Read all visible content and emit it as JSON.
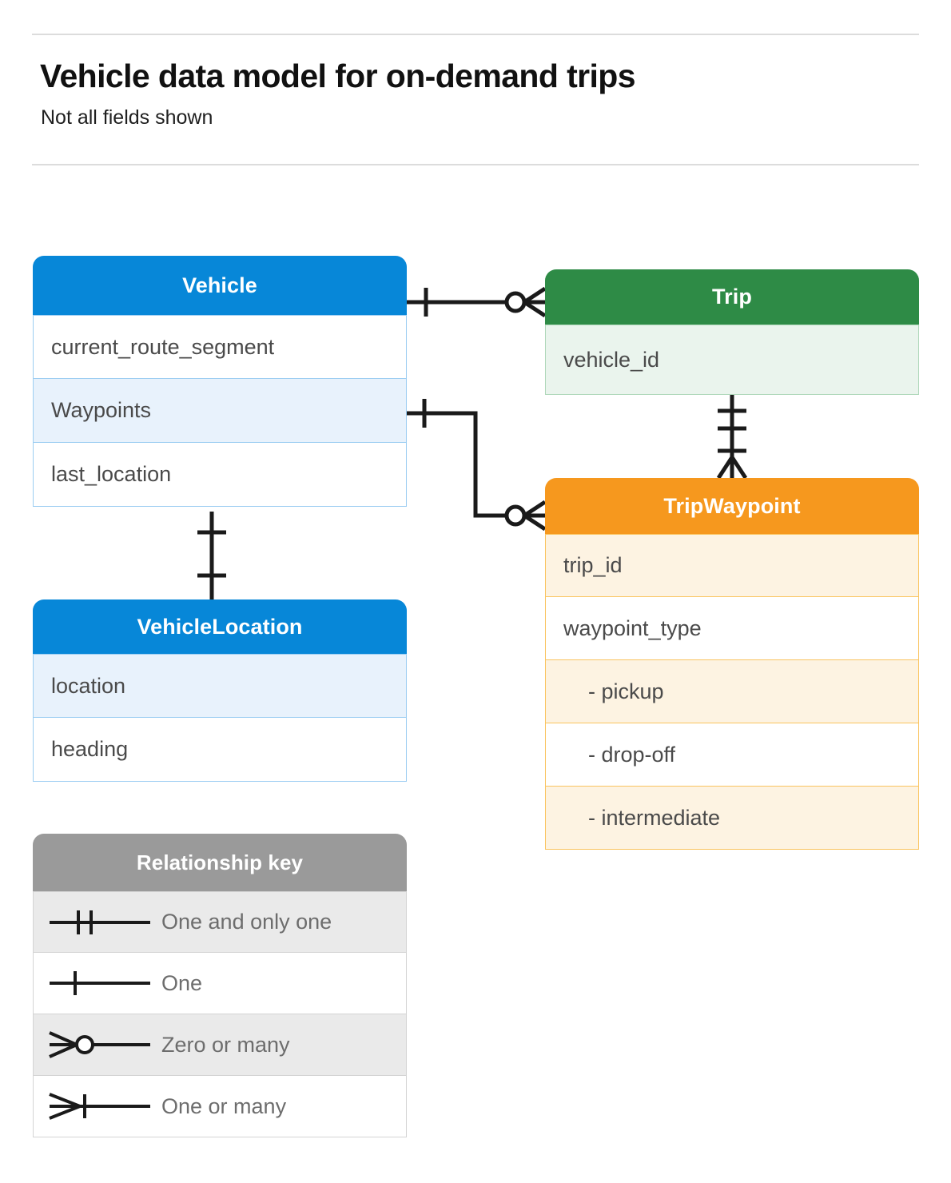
{
  "header": {
    "title": "Vehicle data model for on-demand trips",
    "subtitle": "Not all fields shown"
  },
  "colors": {
    "vehicle": "#0787d8",
    "trip": "#2e8b46",
    "tripwaypoint": "#f6981e",
    "legend": "#9a9a9a",
    "connector": "#1a1a1a"
  },
  "entities": {
    "vehicle": {
      "name": "Vehicle",
      "fields": [
        {
          "label": "current_route_segment",
          "highlighted": false
        },
        {
          "label": "Waypoints",
          "highlighted": true
        },
        {
          "label": "last_location",
          "highlighted": false
        }
      ]
    },
    "trip": {
      "name": "Trip",
      "fields": [
        {
          "label": "vehicle_id",
          "highlighted": true
        }
      ]
    },
    "tripwaypoint": {
      "name": "TripWaypoint",
      "fields": [
        {
          "label": "trip_id",
          "highlighted": true,
          "indent": false
        },
        {
          "label": "waypoint_type",
          "highlighted": false,
          "indent": false
        },
        {
          "label": "-  pickup",
          "highlighted": true,
          "indent": true
        },
        {
          "label": "-  drop-off",
          "highlighted": false,
          "indent": true
        },
        {
          "label": "-  intermediate",
          "highlighted": true,
          "indent": true
        }
      ]
    },
    "vehiclelocation": {
      "name": "VehicleLocation",
      "fields": [
        {
          "label": "location",
          "highlighted": true
        },
        {
          "label": "heading",
          "highlighted": false
        }
      ]
    }
  },
  "legend": {
    "title": "Relationship key",
    "items": [
      {
        "label": "One and only one",
        "symbol": "one-and-only-one-symbol"
      },
      {
        "label": "One",
        "symbol": "one-symbol"
      },
      {
        "label": "Zero or many",
        "symbol": "zero-or-many-symbol"
      },
      {
        "label": "One or many",
        "symbol": "one-or-many-symbol"
      }
    ]
  },
  "relationships": [
    {
      "name": "vehicle-to-trip",
      "from": "Vehicle",
      "to": "Trip",
      "from_cardinality": "One",
      "to_cardinality": "Zero or many"
    },
    {
      "name": "vehicle-waypoints-to-tripwaypoint",
      "from": "Vehicle.Waypoints",
      "to": "TripWaypoint",
      "from_cardinality": "One",
      "to_cardinality": "Zero or many"
    },
    {
      "name": "trip-to-tripwaypoint",
      "from": "Trip",
      "to": "TripWaypoint",
      "from_cardinality": "One and only one",
      "to_cardinality": "One or many"
    },
    {
      "name": "vehicle-to-vehiclelocation",
      "from": "Vehicle",
      "to": "VehicleLocation",
      "from_cardinality": "One",
      "to_cardinality": "One"
    }
  ]
}
